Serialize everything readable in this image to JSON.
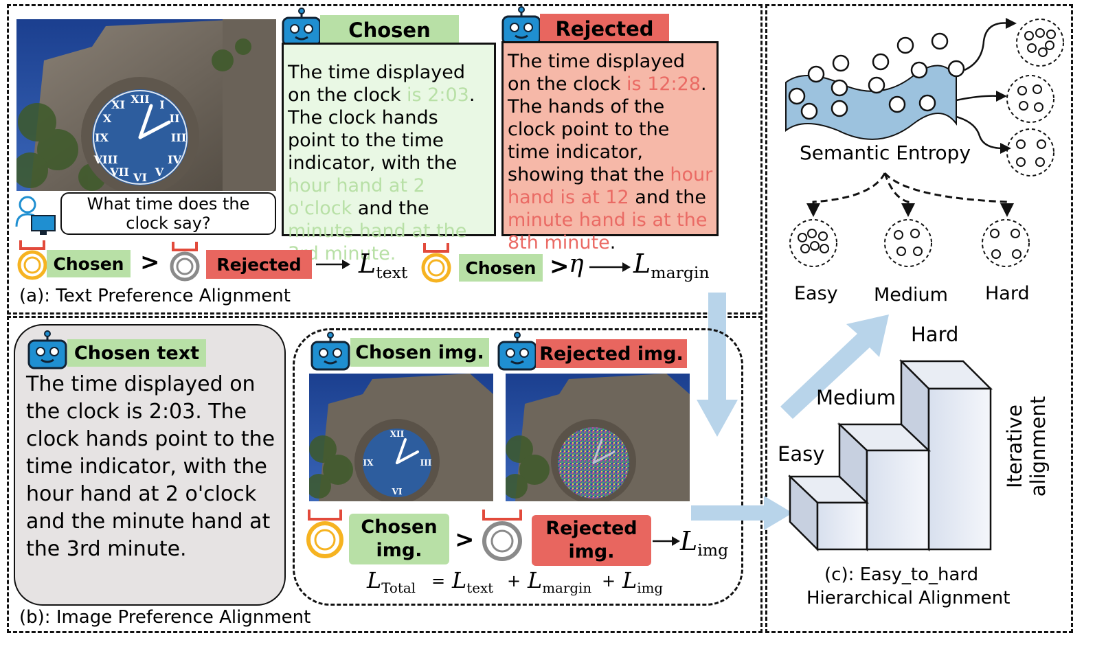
{
  "panel_a": {
    "chosen_label": "Chosen",
    "rejected_label": "Rejected",
    "question": "What time does the clock say?",
    "chosen_text": {
      "p1": "The time displayed on the clock ",
      "h1": "is 2:03",
      "p2": ". The clock hands point to the time indicator, with the ",
      "h2": "hour hand at 2 o'clock",
      "p3": " and the ",
      "h3": "minute hand at the 3rd minute."
    },
    "rejected_text": {
      "p1": "The time displayed on the clock ",
      "h1": "is 12:28",
      "p2": ". The hands of the clock point to the time indicator, showing that the ",
      "h2": "hour hand is at 12",
      "p3": " and the ",
      "h3": "minute hand is at the 8th minute",
      "p4": "."
    },
    "row_chosen": "Chosen",
    "row_rejected": "Rejected",
    "row_chosen2": "Chosen",
    "gt": ">",
    "eta": "η",
    "l_text_main": "L",
    "l_text_sub": "text",
    "l_margin_main": "L",
    "l_margin_sub": "margin",
    "caption": "(a): Text Preference Alignment"
  },
  "panel_b": {
    "chosen_text_label": "Chosen text",
    "chosen_text_body": "The time displayed on the clock is 2:03. The clock hands point to the time indicator, with the hour hand at 2 o'clock and the minute hand at the 3rd minute.",
    "chosen_img_label": "Chosen img.",
    "rejected_img_label": "Rejected img.",
    "row_chosen": "Chosen img.",
    "row_rejected": "Rejected img.",
    "gt": ">",
    "l_img_main": "L",
    "l_img_sub": "img",
    "total_main": "L",
    "total_sub": "Total",
    "eq": "=",
    "plus": "+",
    "t_text_main": "L",
    "t_text_sub": "text",
    "t_margin_main": "L",
    "t_margin_sub": "margin",
    "t_img_main": "L",
    "t_img_sub": "img",
    "caption": "(b): Image Preference Alignment"
  },
  "panel_c": {
    "semantic_entropy": "Semantic Entropy",
    "easy": "Easy",
    "medium": "Medium",
    "hard": "Hard",
    "stair_easy": "Easy",
    "stair_medium": "Medium",
    "stair_hard": "Hard",
    "iterative": "Iterative alignment",
    "caption_line1": "(c): Easy_to_hard",
    "caption_line2": "Hierarchical Alignment"
  },
  "colors": {
    "green_pill": "#b8e0a6",
    "red_pill": "#e8665f",
    "green_box": "#e9f8e4",
    "red_box": "#f6b8a8",
    "green_highlight": "#b8e0a6",
    "red_highlight": "#ea6a64",
    "robot_blue": "#1f8fd1",
    "panel_b_grey": "#e6e3e3",
    "arrow_light_blue": "#b8d4ea",
    "entropy_fill": "#9cc2de"
  }
}
